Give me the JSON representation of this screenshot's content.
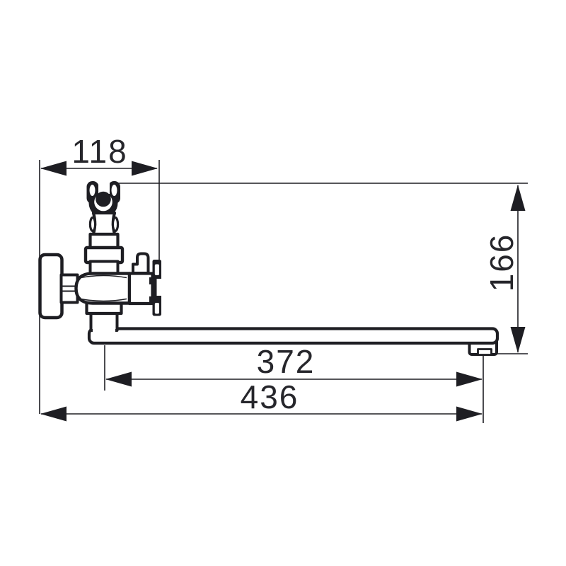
{
  "drawing": {
    "subject": "wall-mounted-mixer-faucet-technical-drawing",
    "units": "mm",
    "line_color": "#1e1e23",
    "background": "#ffffff",
    "dim_top": "118",
    "dim_right": "166",
    "dim_spout": "372",
    "dim_overall": "436"
  }
}
